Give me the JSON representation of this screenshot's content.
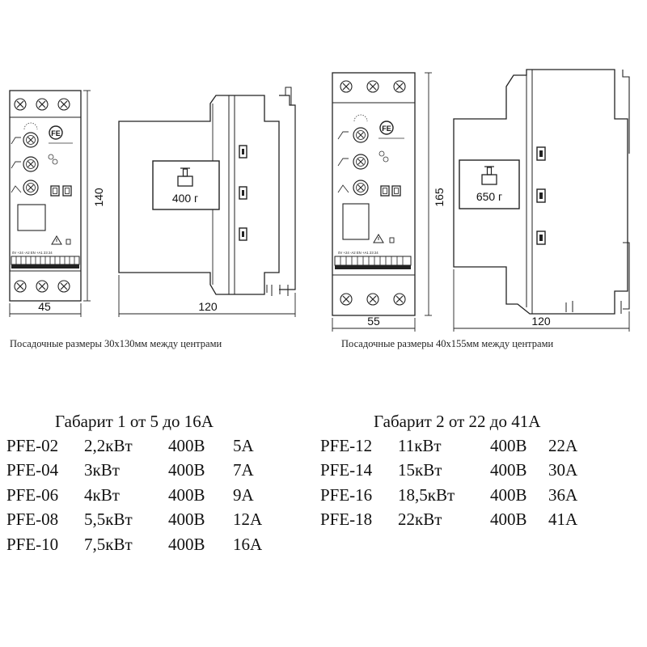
{
  "device1": {
    "front_height_label": "140",
    "front_width_label": "45",
    "side_depth_label": "120",
    "weight_label": "400 г",
    "logo_text": "FE",
    "terminal_text": "0V +24 -A2 EN +A1 23 24",
    "mounting_caption": "Посадочные размеры 30х130мм между центрами"
  },
  "device2": {
    "front_height_label": "165",
    "front_width_label": "55",
    "side_depth_label": "120",
    "weight_label": "650 г",
    "logo_text": "FE",
    "terminal_text": "0V +24 -A2 EN +A1 23 24",
    "mounting_caption": "Посадочные размеры 40х155мм между центрами"
  },
  "group1": {
    "title": "Габарит 1 от 5 до 16А",
    "rows": [
      {
        "model": "PFE-02",
        "power": "2,2кВт",
        "voltage": "400В",
        "current": "5А"
      },
      {
        "model": "PFE-04",
        "power": "3кВт",
        "voltage": "400В",
        "current": "7А"
      },
      {
        "model": "PFE-06",
        "power": "4кВт",
        "voltage": "400В",
        "current": "9А"
      },
      {
        "model": "PFE-08",
        "power": "5,5кВт",
        "voltage": "400В",
        "current": "12А"
      },
      {
        "model": "PFE-10",
        "power": "7,5кВт",
        "voltage": "400В",
        "current": "16А"
      }
    ]
  },
  "group2": {
    "title": "Габарит 2 от 22 до 41А",
    "rows": [
      {
        "model": "PFE-12",
        "power": "11кВт",
        "voltage": "400В",
        "current": "22А"
      },
      {
        "model": "PFE-14",
        "power": "15кВт",
        "voltage": "400В",
        "current": "30А"
      },
      {
        "model": "PFE-16",
        "power": "18,5кВт",
        "voltage": "400В",
        "current": "36А"
      },
      {
        "model": "PFE-18",
        "power": "22кВт",
        "voltage": "400В",
        "current": "41А"
      }
    ]
  }
}
